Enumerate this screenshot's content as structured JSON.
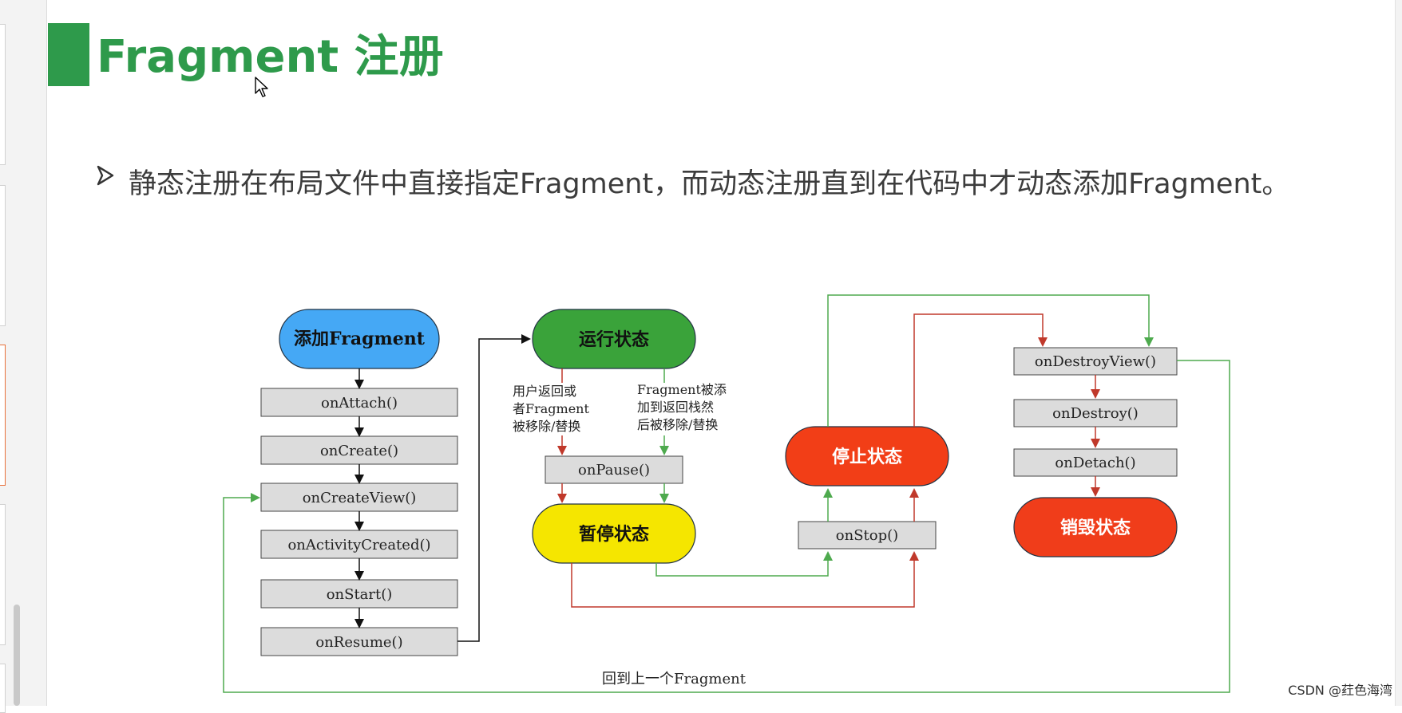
{
  "slide": {
    "title": "Fragment 注册",
    "bullet_text": "静态注册在布局文件中直接指定Fragment，而动态注册直到在代码中才动态添加Fragment。"
  },
  "diagram": {
    "start": "添加Fragment",
    "lifecycle": [
      "onAttach()",
      "onCreate()",
      "onCreateView()",
      "onActivityCreated()",
      "onStart()",
      "onResume()"
    ],
    "running": "运行状态",
    "note_left": [
      "用户返回或",
      "者Fragment",
      "被移除/替换"
    ],
    "note_right": [
      "Fragment被添",
      "加到返回栈然",
      "后被移除/替换"
    ],
    "on_pause": "onPause()",
    "paused": "暂停状态",
    "stopped": "停止状态",
    "on_stop": "onStop()",
    "destroy_steps": [
      "onDestroyView()",
      "onDestroy()",
      "onDetach()"
    ],
    "destroyed": "销毁状态",
    "back_label": "回到上一个Fragment"
  },
  "colors": {
    "title_green": "#2e9a4b",
    "start_blue": "#45a8f5",
    "running_green": "#3aa33a",
    "paused_yellow": "#f5e600",
    "stopped_red": "#f23e17",
    "destroyed_red": "#f03d1a",
    "line_green": "#4eaa4e",
    "line_red": "#c0392b"
  },
  "watermark": "CSDN @荭色海湾"
}
